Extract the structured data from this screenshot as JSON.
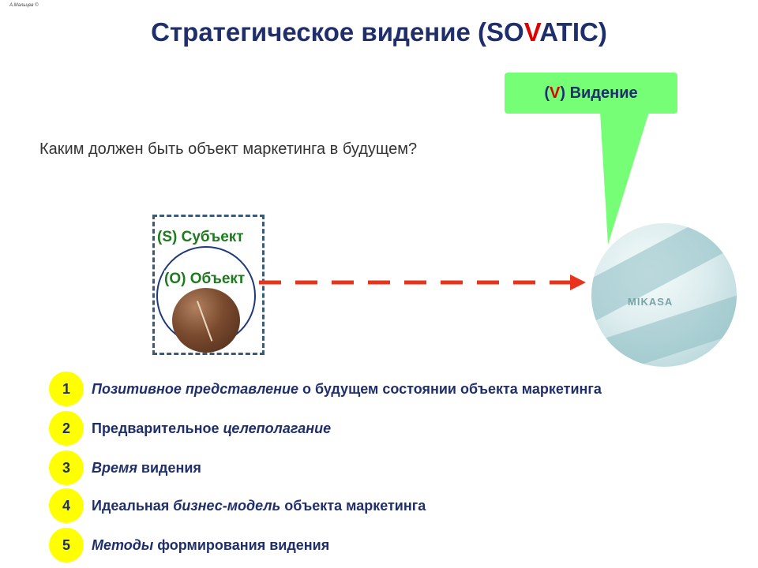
{
  "author": "А.Мальцев ©",
  "title": {
    "part1": "Стратегическое ви",
    "part2": "дение (SO",
    "red": "V",
    "part3": "ATIC)"
  },
  "callout": {
    "open": "(",
    "red": "V",
    "close": ") Видение"
  },
  "question": "Каким должен быть объект маркетинга в будущем?",
  "labels": {
    "subject": "(S) Субъект",
    "object": "(O) Объект"
  },
  "ball_brand": "MIKASA",
  "colors": {
    "title": "#1f2f6b",
    "accent_red": "#e00000",
    "callout_green": "#76ff76",
    "label_green": "#1e7a1e",
    "number_yellow": "#ffff00"
  },
  "items": [
    {
      "number": "1",
      "italic": "Позитивное представление",
      "normal": " о будущем состоянии объекта маркетинга"
    },
    {
      "number": "2",
      "normal": "Предварительное ",
      "italic": "целеполагание"
    },
    {
      "number": "3",
      "italic": "Время",
      "normal": " видения"
    },
    {
      "number": "4",
      "normal": "Идеальная ",
      "italic": "бизнес-модель",
      "normal2": " объекта маркетинга"
    },
    {
      "number": "5",
      "italic": "Методы",
      "normal": " формирования видения"
    }
  ]
}
